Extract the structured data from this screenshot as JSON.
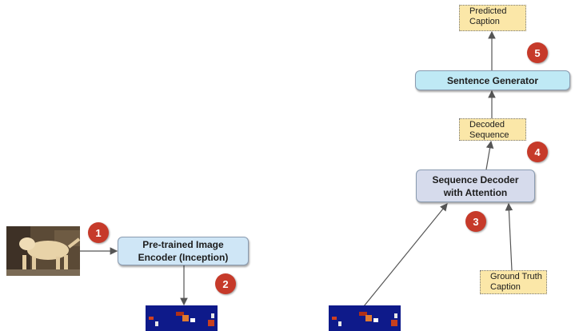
{
  "nodes": {
    "encoder": "Pre-trained Image\nEncoder (Inception)",
    "decoder": "Sequence Decoder\nwith Attention",
    "generator": "Sentence Generator"
  },
  "notes": {
    "predicted": "Predicted\nCaption",
    "decoded": "Decoded\nSequence",
    "ground_truth": "Ground Truth\nCaption"
  },
  "steps": [
    "1",
    "2",
    "3",
    "4",
    "5"
  ],
  "colors": {
    "encoder_fill": "#cfe6f6",
    "decoder_fill": "#d6dbec",
    "generator_fill": "#bfe9f5",
    "note_fill": "#fbe7a8",
    "step_marker": "#c63a2a",
    "connector": "#555555"
  },
  "icons": {
    "input_image": "dog-photo-thumbnail",
    "feature_map": "feature-map-thumbnail"
  }
}
